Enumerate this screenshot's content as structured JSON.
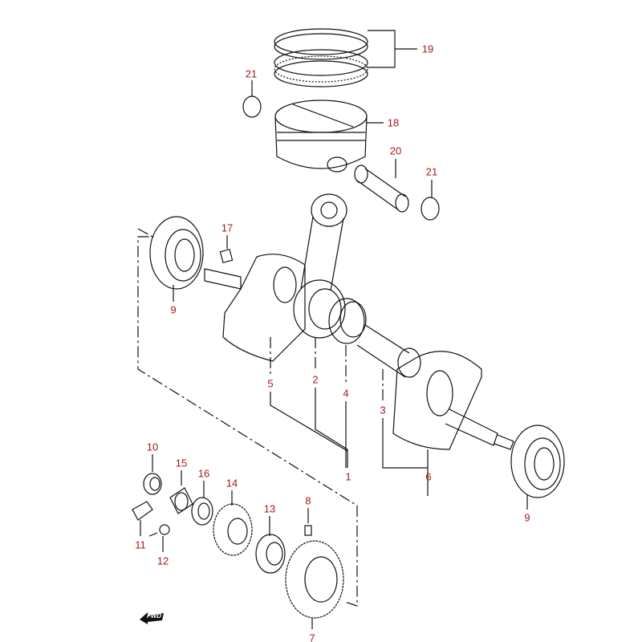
{
  "callouts": [
    {
      "id": "19",
      "text": "19"
    },
    {
      "id": "21a",
      "text": "21"
    },
    {
      "id": "18",
      "text": "18"
    },
    {
      "id": "20",
      "text": "20"
    },
    {
      "id": "21b",
      "text": "21"
    },
    {
      "id": "17",
      "text": "17"
    },
    {
      "id": "9a",
      "text": "9"
    },
    {
      "id": "5",
      "text": "5"
    },
    {
      "id": "2",
      "text": "2"
    },
    {
      "id": "4",
      "text": "4"
    },
    {
      "id": "3",
      "text": "3"
    },
    {
      "id": "1",
      "text": "1"
    },
    {
      "id": "6",
      "text": "6"
    },
    {
      "id": "9b",
      "text": "9"
    },
    {
      "id": "10",
      "text": "10"
    },
    {
      "id": "15",
      "text": "15"
    },
    {
      "id": "16",
      "text": "16"
    },
    {
      "id": "14",
      "text": "14"
    },
    {
      "id": "13",
      "text": "13"
    },
    {
      "id": "8",
      "text": "8"
    },
    {
      "id": "11",
      "text": "11"
    },
    {
      "id": "12",
      "text": "12"
    },
    {
      "id": "7",
      "text": "7"
    }
  ],
  "direction_marker": {
    "text": "FWD"
  },
  "colors": {
    "label": "#a3191b",
    "line": "#111111"
  }
}
